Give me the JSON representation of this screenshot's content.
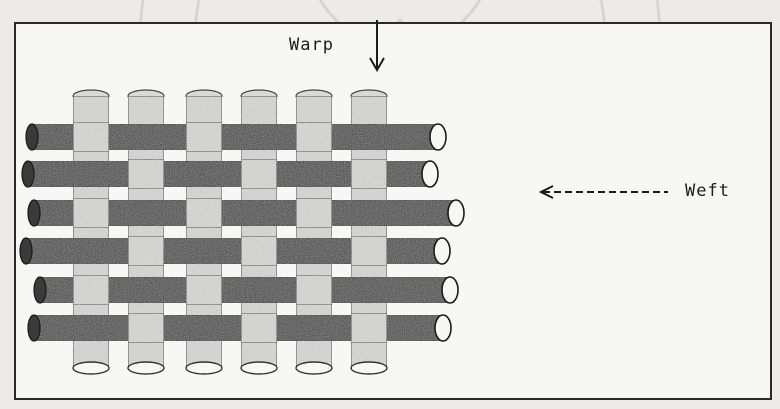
{
  "labels": {
    "warp": "Warp",
    "weft": "Weft"
  },
  "colors": {
    "warp_fill": "#d9d9d6",
    "weft_fill": "#3a3a3a",
    "frame": "#2a2a2a",
    "text": "#1c1c1c"
  },
  "weave": {
    "warp_threads": 6,
    "weft_threads": 6,
    "pattern": "plain"
  }
}
